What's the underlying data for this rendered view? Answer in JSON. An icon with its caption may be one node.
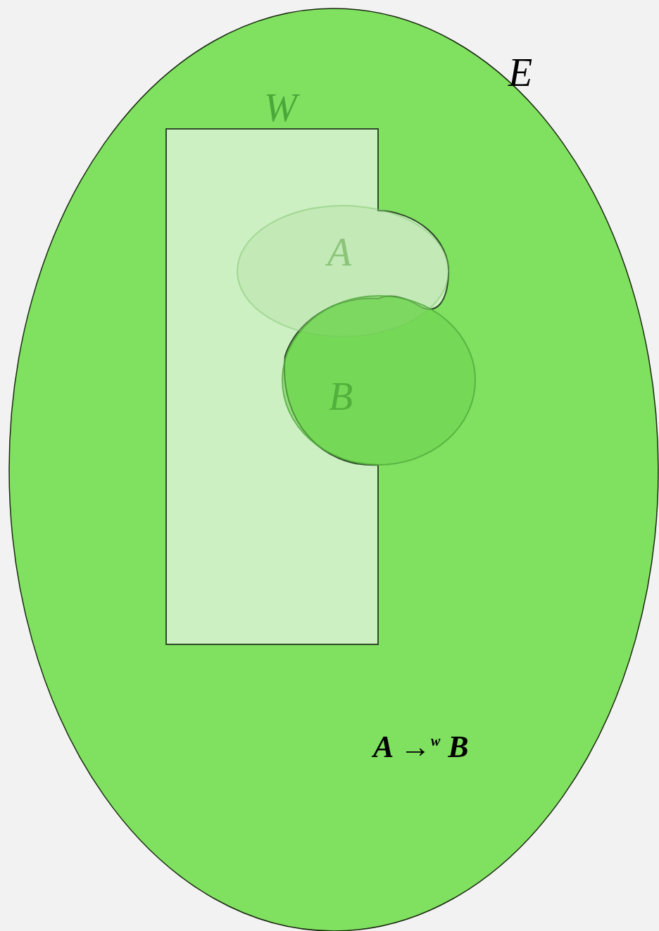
{
  "diagram": {
    "nodes": [
      {
        "text": [
          "E"
        ]
      },
      {
        "text": [
          "W"
        ],
        "in": 0
      },
      {
        "text": [
          "A"
        ],
        "in": 1
      },
      {
        "text": [
          "B"
        ],
        "in": 0
      }
    ],
    "labels": [
      "A →$^{w}$ B"
    ]
  }
}
